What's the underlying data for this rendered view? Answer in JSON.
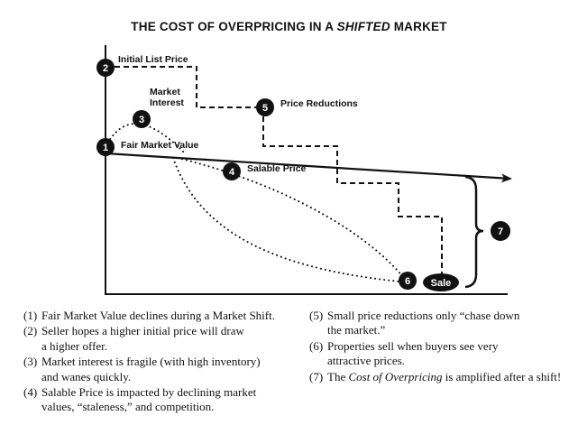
{
  "title": {
    "prefix": "THE COST OF OVERPRICING IN A ",
    "emphasis": "SHIFTED",
    "suffix": " MARKET"
  },
  "markers": [
    {
      "id": "1",
      "label": "Fair Market Value"
    },
    {
      "id": "2",
      "label": "Initial List Price"
    },
    {
      "id": "3",
      "label_line1": "Market",
      "label_line2": "Interest"
    },
    {
      "id": "4",
      "label": "Salable Price"
    },
    {
      "id": "5",
      "label": "Price Reductions"
    },
    {
      "id": "6",
      "label": "Sale"
    },
    {
      "id": "7",
      "label": ""
    }
  ],
  "notes_left": [
    {
      "num": "(1)",
      "lines": [
        "Fair Market Value declines during a Market Shift."
      ]
    },
    {
      "num": "(2)",
      "lines": [
        "Seller hopes a higher initial price will draw",
        "a higher offer."
      ]
    },
    {
      "num": "(3)",
      "lines": [
        "Market interest is fragile (with high inventory)",
        "and wanes quickly."
      ]
    },
    {
      "num": "(4)",
      "lines": [
        "Salable Price is impacted by declining market",
        "values, “staleness,” and competition."
      ]
    }
  ],
  "notes_right": [
    {
      "num": "(5)",
      "lines": [
        "Small price reductions only “chase down",
        "the market.”"
      ]
    },
    {
      "num": "(6)",
      "lines": [
        "Properties sell when buyers see very",
        "attractive prices."
      ]
    },
    {
      "num": "(7)",
      "pre": "The ",
      "em": "Cost of Overpricing",
      "post": " is amplified after a shift!"
    }
  ],
  "colors": {
    "ink": "#111111",
    "background": "#ffffff"
  }
}
